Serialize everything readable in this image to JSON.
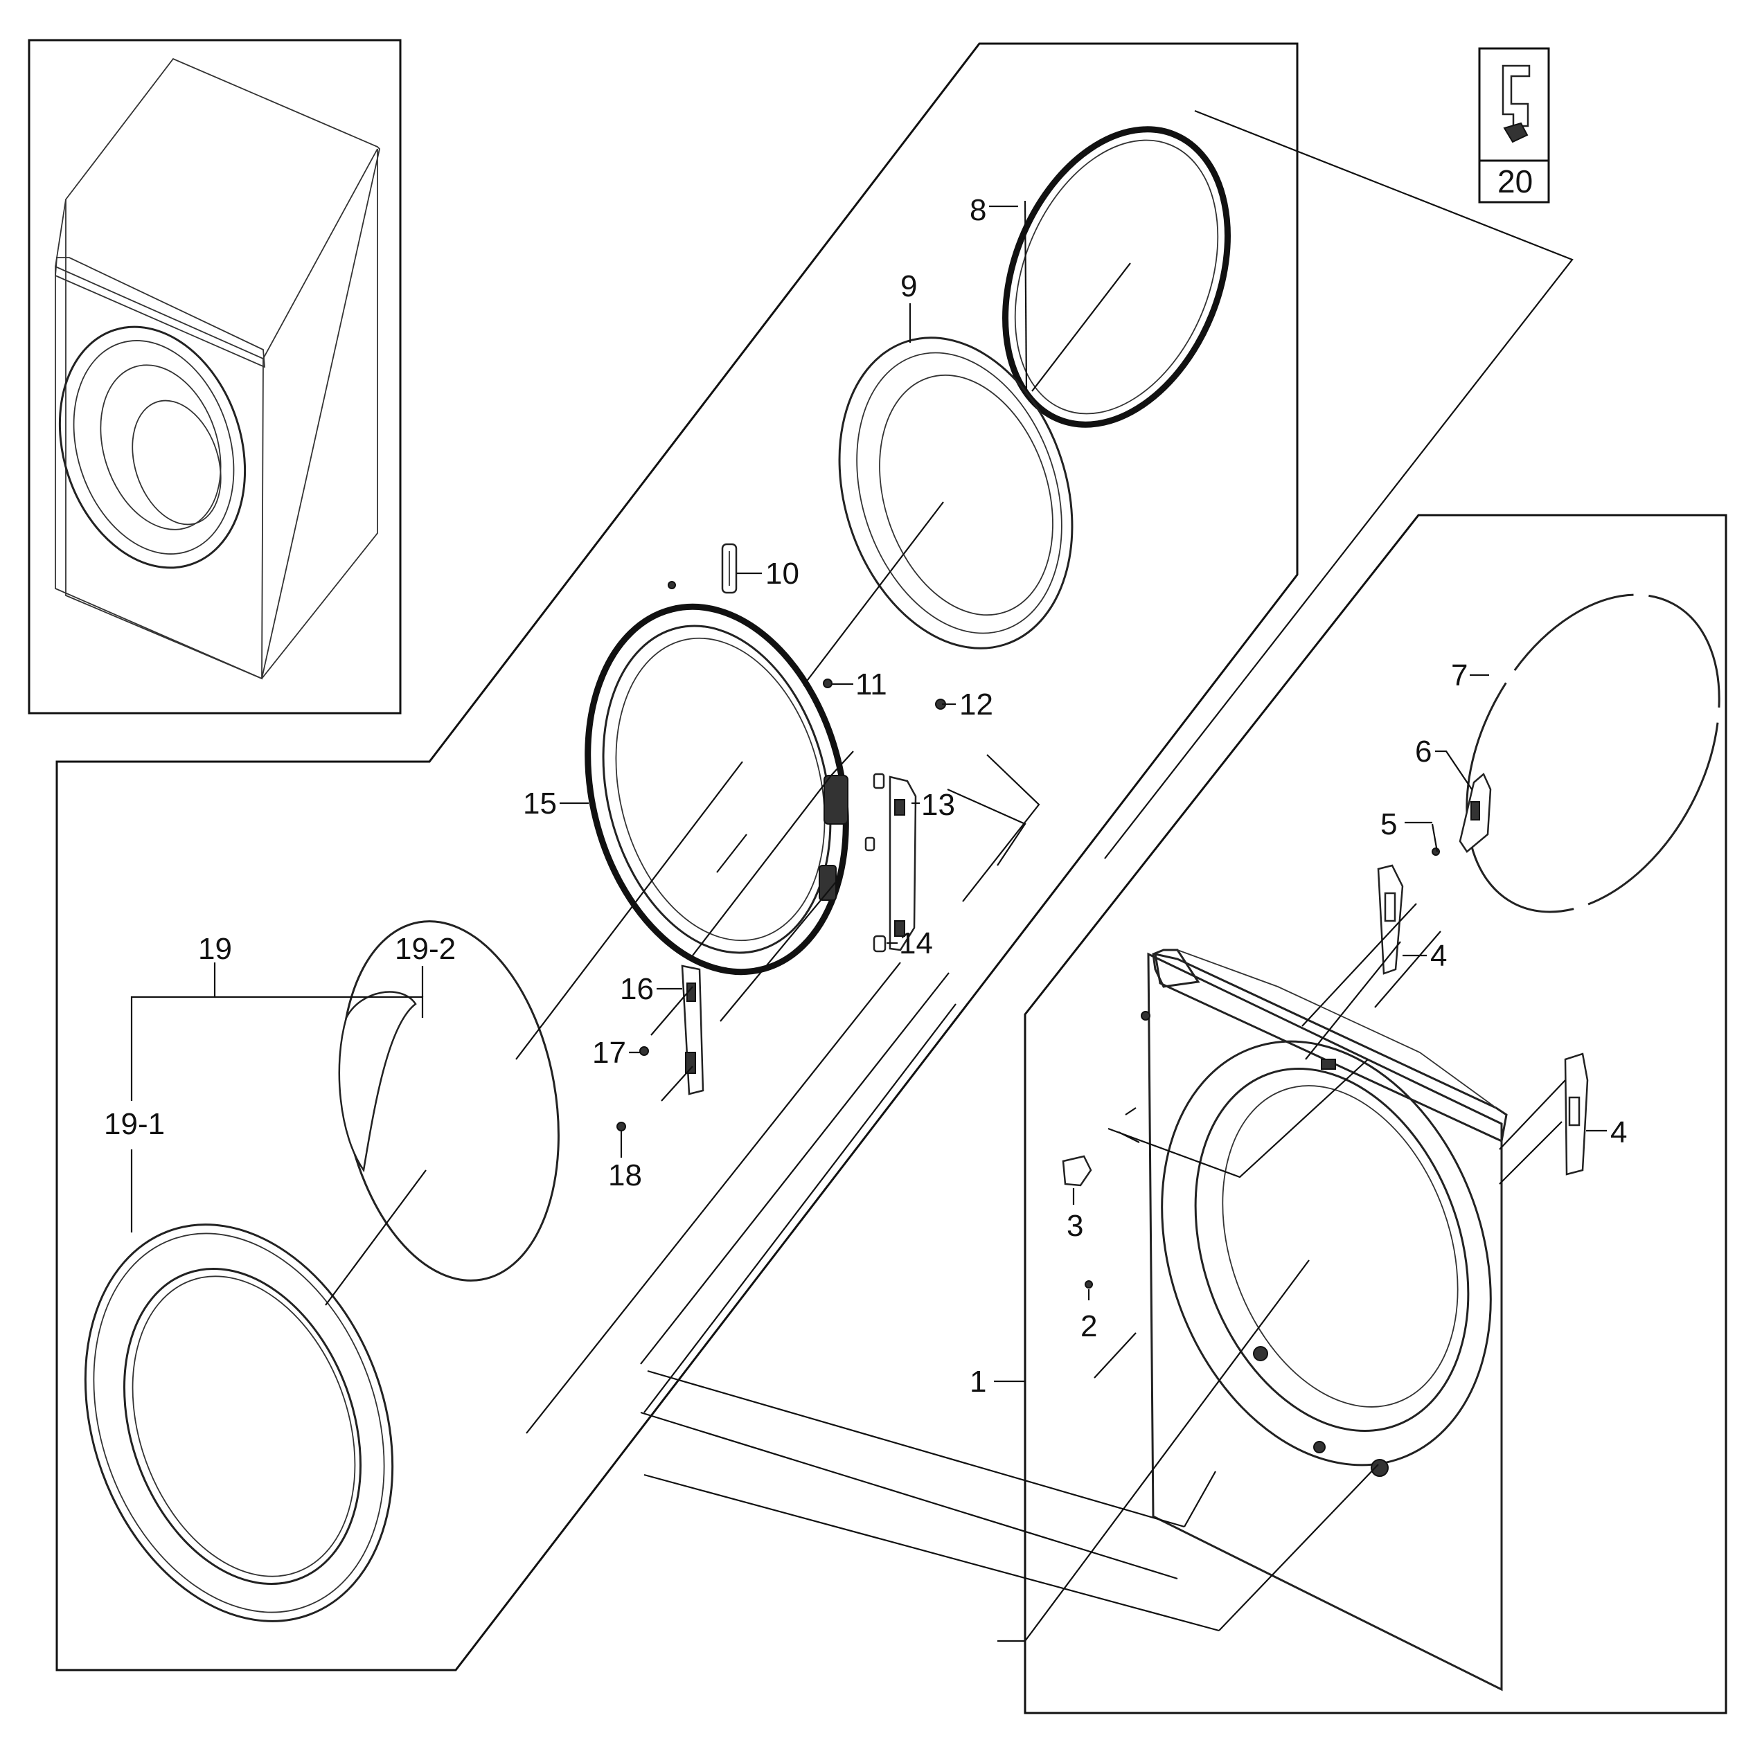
{
  "diagram": {
    "callouts": {
      "c1": "1",
      "c2": "2",
      "c3": "3",
      "c4a": "4",
      "c4b": "4",
      "c5": "5",
      "c6": "6",
      "c7": "7",
      "c8": "8",
      "c9": "9",
      "c10": "10",
      "c11": "11",
      "c12": "12",
      "c13": "13",
      "c14": "14",
      "c15": "15",
      "c16": "16",
      "c17": "17",
      "c18": "18",
      "c19": "19",
      "c19_1": "19-1",
      "c19_2": "19-2",
      "c20": "20"
    }
  }
}
